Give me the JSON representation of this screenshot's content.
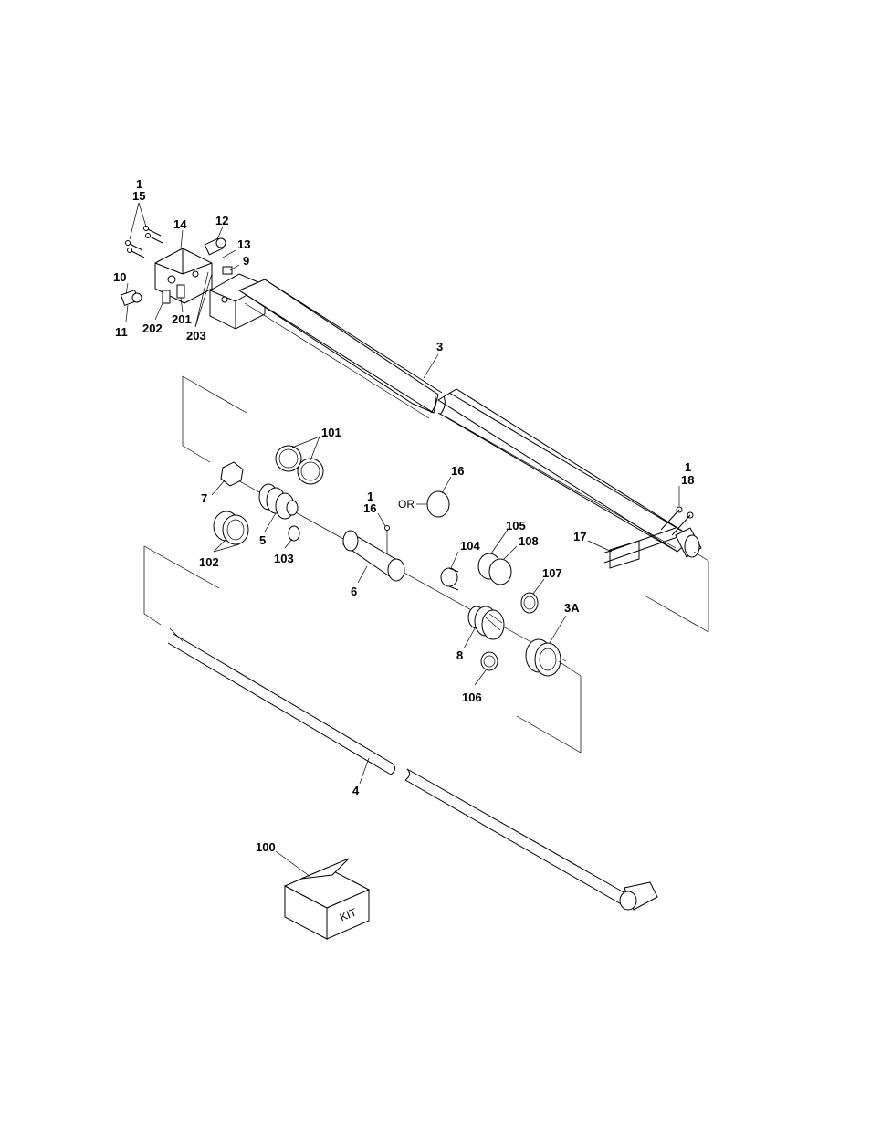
{
  "callouts": {
    "c1a": "1",
    "c15": "15",
    "c14": "14",
    "c12": "12",
    "c13": "13",
    "c9": "9",
    "c10": "10",
    "c11": "11",
    "c202": "202",
    "c201": "201",
    "c203": "203",
    "c3": "3",
    "c101": "101",
    "c7": "7",
    "c102": "102",
    "c5": "5",
    "c103": "103",
    "c1b": "1",
    "c16a": "16",
    "c_or": "OR",
    "c16b": "16",
    "c6": "6",
    "c104": "104",
    "c105": "105",
    "c108": "108",
    "c107": "107",
    "c1c": "1",
    "c18": "18",
    "c17": "17",
    "c3a": "3A",
    "c8": "8",
    "c106": "106",
    "c4": "4",
    "c100": "100"
  },
  "kit_box": {
    "text": "KIT"
  }
}
